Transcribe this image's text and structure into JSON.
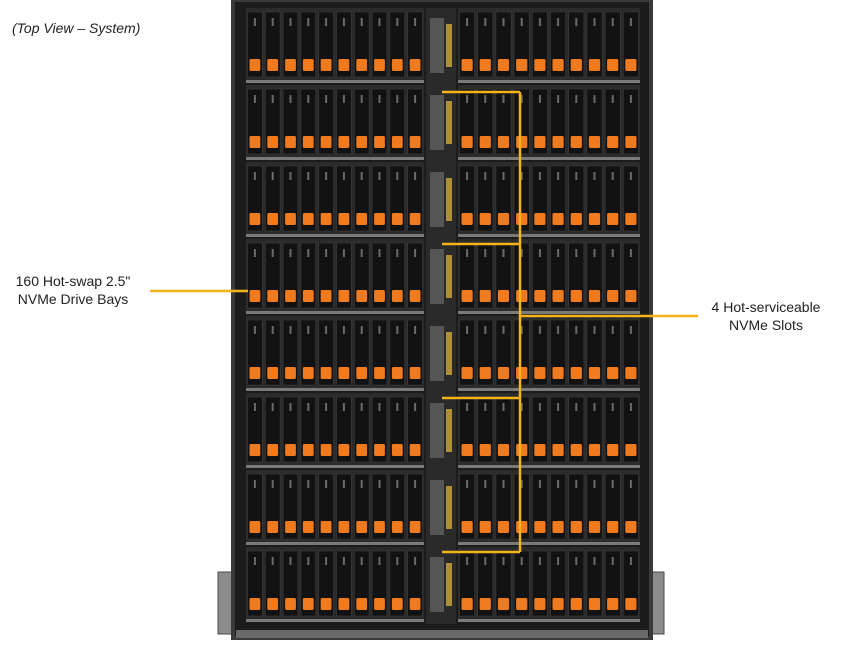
{
  "view_title": "(Top View – System)",
  "callouts": {
    "drive_bays": {
      "line1": "160 Hot-swap 2.5\"",
      "line2": "NVMe Drive Bays"
    },
    "nvme_slots": {
      "line1": "4 Hot-serviceable",
      "line2": "NVMe Slots"
    }
  },
  "layout_info": {
    "rows": 8,
    "drives_per_half_row": 10,
    "nvme_slot_count": 4
  },
  "colors": {
    "drive_body": "#121212",
    "drive_tab": "#f07a1e",
    "chassis_frame": "#3a3a3a",
    "chassis_bg": "#1c1c1c",
    "callout_line": "#f5b31b",
    "center_spine": "#2a2a2a",
    "cable": "#c7a23a"
  }
}
